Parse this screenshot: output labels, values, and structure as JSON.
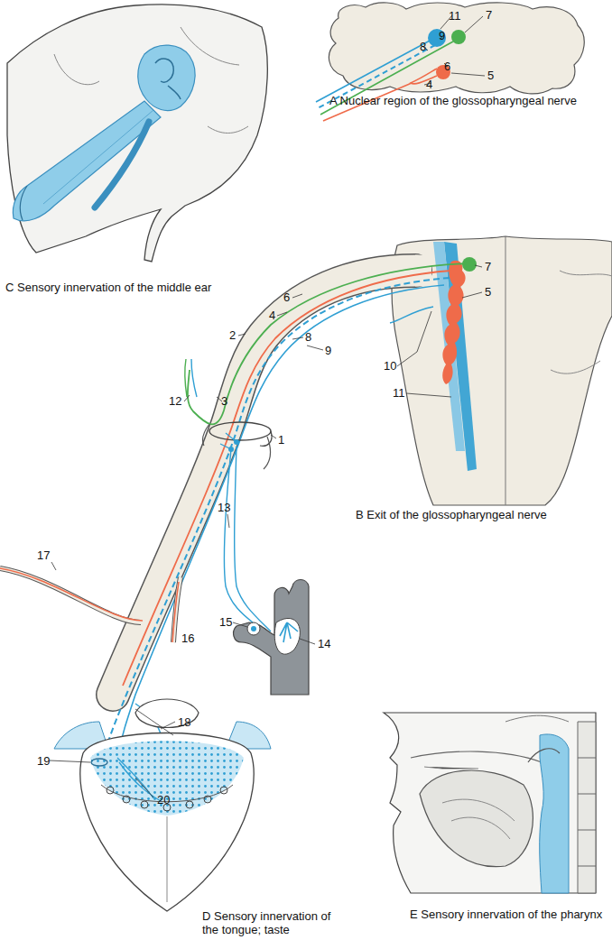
{
  "diagram": {
    "labels": [
      "11",
      "7",
      "9",
      "8",
      "6",
      "5",
      "4",
      "A Nuclear region of the glossopharyngeal nerve",
      "C Sensory innervation of the middle ear",
      "7",
      "5",
      "6",
      "4",
      "2",
      "8",
      "9",
      "10",
      "11",
      "12",
      "3",
      "1",
      "13",
      "15",
      "14",
      "17",
      "16",
      "18",
      "19",
      "20",
      "B Exit of the glossopharyngeal nerve",
      "D Sensory innervation of the tongue; taste",
      "E Sensory innervation of the pharynx"
    ]
  }
}
